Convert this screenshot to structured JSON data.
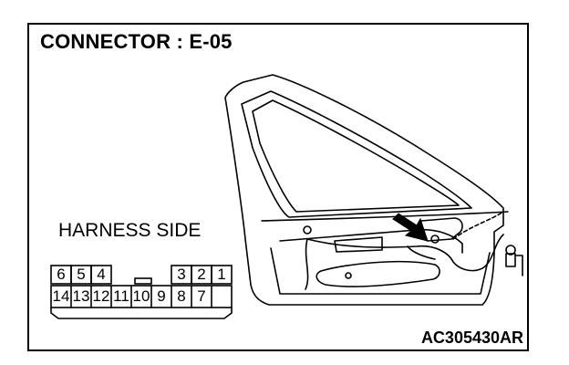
{
  "title": "CONNECTOR : E-05",
  "harness_label": "HARNESS SIDE",
  "figure_code": "AC305430AR",
  "connector": {
    "top_row": [
      "6",
      "5",
      "4",
      "",
      "",
      "3",
      "2",
      "1"
    ],
    "bottom_row": [
      "14",
      "13",
      "12",
      "11",
      "10",
      "9",
      "8",
      "7"
    ]
  }
}
